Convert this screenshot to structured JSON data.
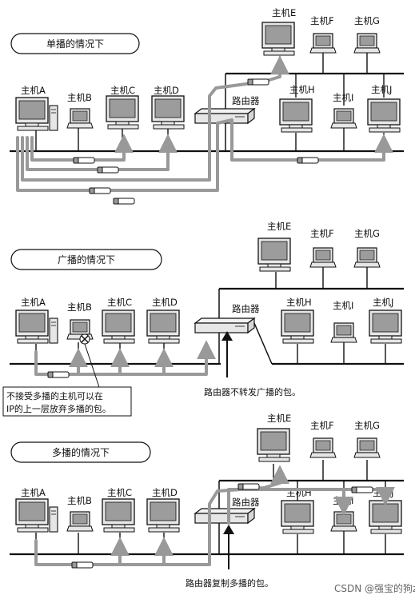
{
  "sections": [
    {
      "title": "单播的情况下",
      "hosts": [
        "主机A",
        "主机B",
        "主机C",
        "主机D",
        "主机E",
        "主机F",
        "主机G",
        "主机H",
        "主机I",
        "主机J"
      ],
      "router_label": "路由器",
      "note": null,
      "caption": null
    },
    {
      "title": "广播的情况下",
      "hosts": [
        "主机A",
        "主机B",
        "主机C",
        "主机D",
        "主机E",
        "主机F",
        "主机G",
        "主机H",
        "主机I",
        "主机J"
      ],
      "router_label": "路由器",
      "note": [
        "不接受多播的主机可以在",
        "IP的上一层放弃多播的包。"
      ],
      "caption": "路由器不转发广播的包。"
    },
    {
      "title": "多播的情况下",
      "hosts": [
        "主机A",
        "主机B",
        "主机C",
        "主机D",
        "主机E",
        "主机F",
        "主机G",
        "主机H",
        "主机I",
        "主机J"
      ],
      "router_label": "路由器",
      "note": null,
      "caption": "路由器复制多播的包。"
    }
  ],
  "watermark": "CSDN @强宝的狗z"
}
